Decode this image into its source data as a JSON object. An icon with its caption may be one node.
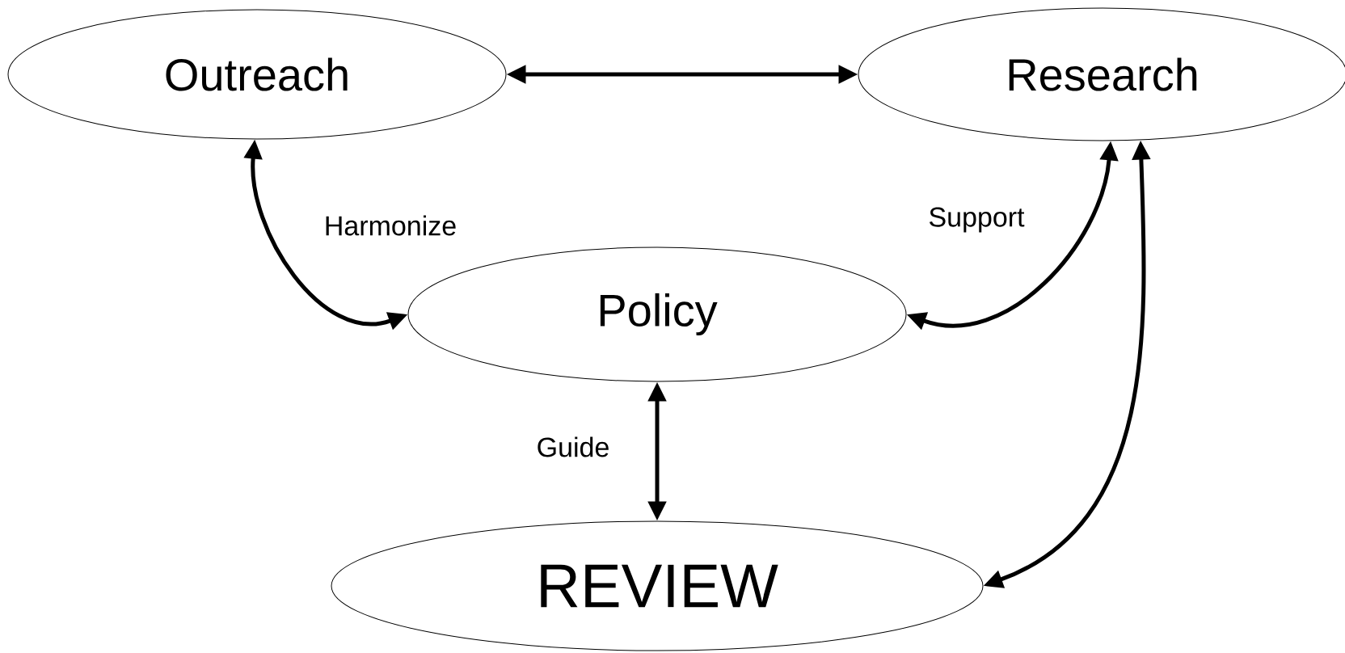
{
  "diagram": {
    "nodes": [
      {
        "text": [
          "Outreach"
        ]
      },
      {
        "text": [
          "Research"
        ]
      },
      {
        "text": [
          "Policy"
        ]
      },
      {
        "text": [
          "REVIEW"
        ]
      }
    ],
    "edges": [
      {
        "from": 0,
        "to": 1,
        "arrow": "both"
      },
      {
        "from": 0,
        "to": 2,
        "arrow": "both",
        "label": "Harmonize"
      },
      {
        "from": 1,
        "to": 2,
        "arrow": "both",
        "label": "Support"
      },
      {
        "from": 2,
        "to": 3,
        "arrow": "both",
        "label": "Guide"
      },
      {
        "from": 1,
        "to": 3,
        "arrow": "both"
      }
    ]
  }
}
